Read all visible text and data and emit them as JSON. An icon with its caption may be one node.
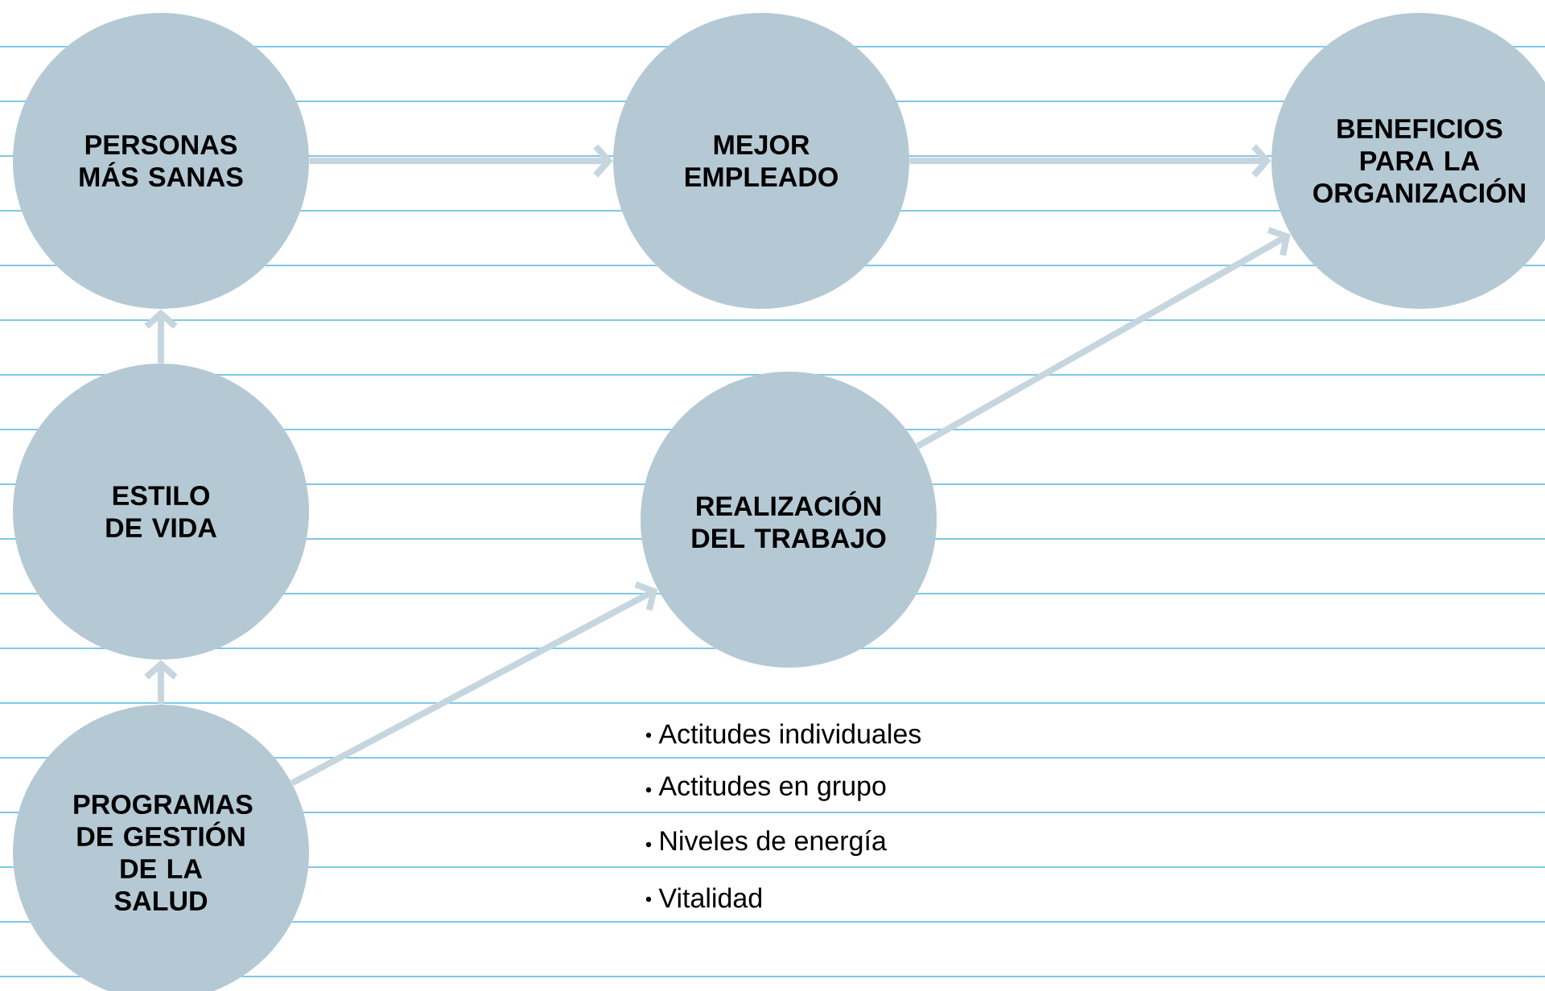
{
  "diagram": {
    "nodes": [
      {
        "text": [
          "PERSONAS MÁS SANAS"
        ]
      },
      {
        "text": [
          "MEJOR EMPLEADO"
        ]
      },
      {
        "text": [
          "BENEFICIOS PARA LA ORGANIZACIÓN"
        ]
      },
      {
        "text": [
          "ESTILO DE VIDA"
        ]
      },
      {
        "text": [
          "REALIZACIÓN DEL TRABAJO"
        ]
      },
      {
        "text": [
          "PROGRAMAS DE GESTIÓN DE LA SALUD"
        ]
      }
    ],
    "edges": [
      {
        "from": 0,
        "to": 1,
        "arrow": "to"
      },
      {
        "from": 1,
        "to": 2,
        "arrow": "to"
      },
      {
        "from": 4,
        "to": 2,
        "arrow": "to"
      },
      {
        "from": 3,
        "to": 0,
        "arrow": "to"
      },
      {
        "from": 5,
        "to": 3,
        "arrow": "to"
      },
      {
        "from": 5,
        "to": 4,
        "arrow": "to"
      }
    ],
    "labels": [
      "Actitudes individuales",
      "Actitudes en grupo",
      "Niveles de energía",
      "Vitalidad"
    ]
  }
}
